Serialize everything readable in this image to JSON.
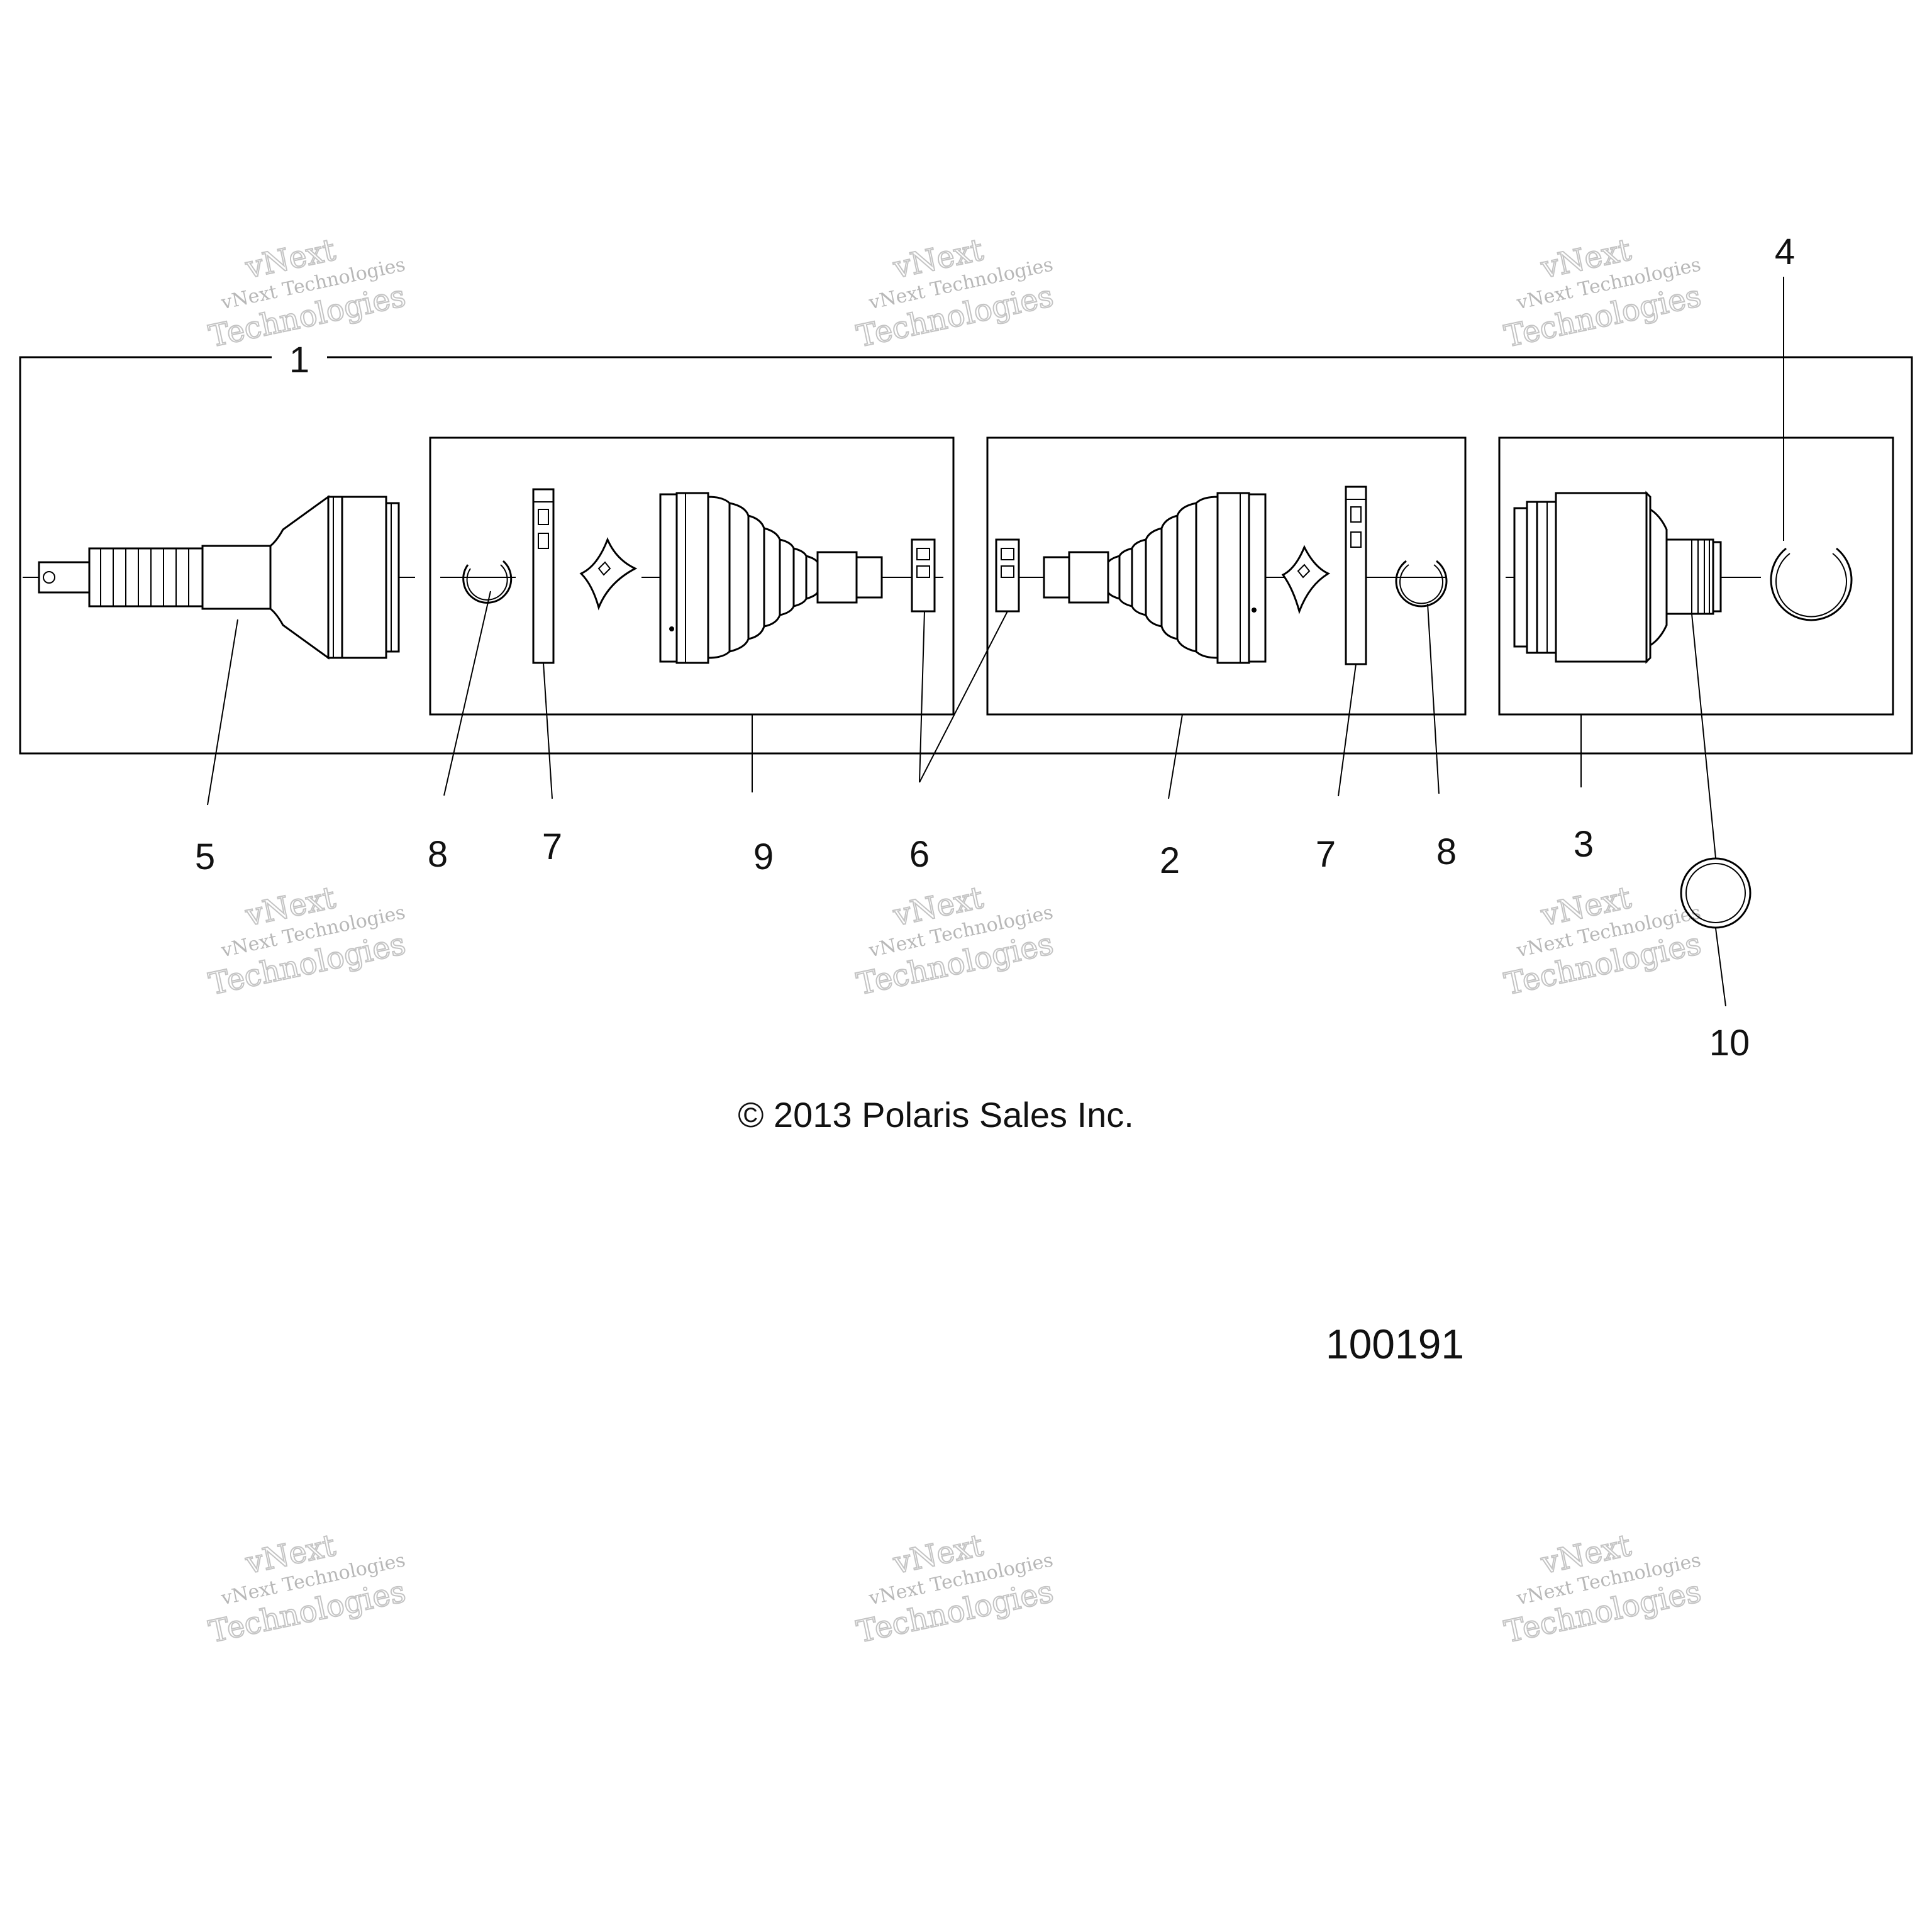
{
  "diagram": {
    "callouts": {
      "c1": "1",
      "c2": "2",
      "c3": "3",
      "c4": "4",
      "c5": "5",
      "c6": "6",
      "c7a": "7",
      "c7b": "7",
      "c8a": "8",
      "c8b": "8",
      "c9": "9",
      "c10": "10"
    },
    "copyright": "© 2013 Polaris Sales Inc.",
    "figure_number": "100191"
  },
  "watermark": {
    "line1": "vNext Technologies",
    "line2": "vNext",
    "line3": "Technologies"
  }
}
